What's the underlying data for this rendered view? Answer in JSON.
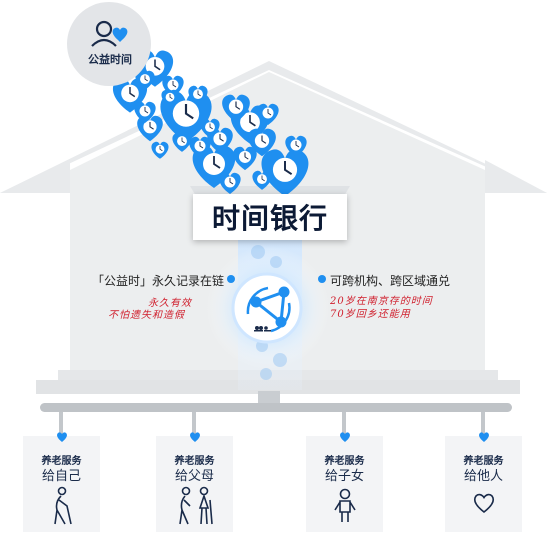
{
  "badge": {
    "label": "公益时间"
  },
  "title": "时间银行",
  "left_caption": "「公益时」永久记录在链",
  "left_handwritten": [
    "永久有效",
    "不怕遗失和造假"
  ],
  "right_caption": "可跨机构、跨区域通兑",
  "right_handwritten": [
    "20岁在南京存的时间",
    "70岁回乡还能用"
  ],
  "cards": [
    {
      "category": "养老服务",
      "label": "给自己",
      "icon": "elderly-walking-icon"
    },
    {
      "category": "养老服务",
      "label": "给父母",
      "icon": "elderly-couple-icon"
    },
    {
      "category": "养老服务",
      "label": "给子女",
      "icon": "child-icon"
    },
    {
      "category": "养老服务",
      "label": "给他人",
      "icon": "heart-outline-icon"
    }
  ],
  "colors": {
    "accent": "#1f8ff0",
    "house": "#eceeef",
    "title_text": "#0c1a35",
    "handwriting": "#d0202e"
  }
}
